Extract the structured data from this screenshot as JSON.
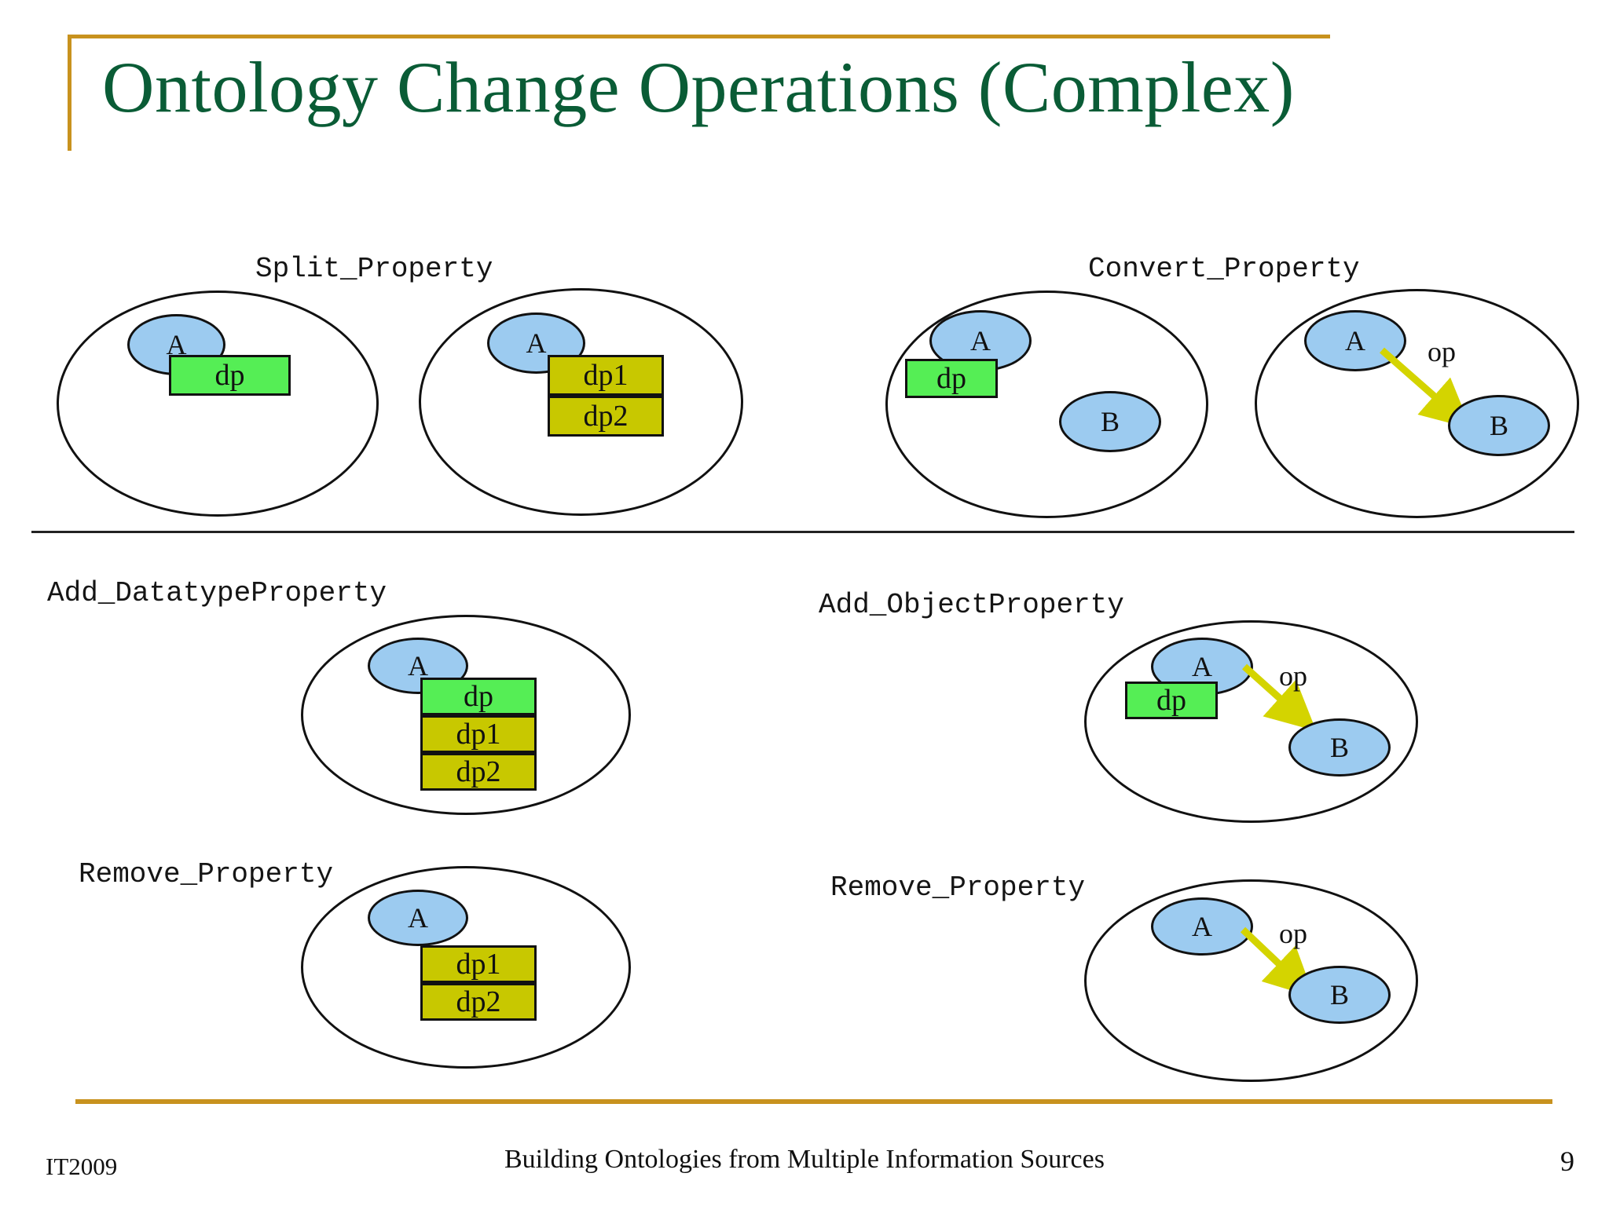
{
  "slide": {
    "title": "Ontology Change Operations (Complex)",
    "title_color": "#0a5c36",
    "accent_color": "#c8921e",
    "divider_color": "#222222"
  },
  "colors": {
    "node_fill": "#9ccbf0",
    "datatype_property_fill": "#55ee55",
    "split_property_fill": "#c8c800",
    "arrow_color": "#d4d400",
    "stroke": "#111111"
  },
  "panels": [
    {
      "id": "split-property",
      "label": "Split_Property",
      "before": {
        "nodes": [
          "A"
        ],
        "boxes": [
          {
            "text": "dp",
            "fill": "green"
          }
        ]
      },
      "after": {
        "nodes": [
          "A"
        ],
        "boxes": [
          {
            "text": "dp1",
            "fill": "olive"
          },
          {
            "text": "dp2",
            "fill": "olive"
          }
        ]
      }
    },
    {
      "id": "convert-property",
      "label": "Convert_Property",
      "before": {
        "nodes": [
          "A",
          "B"
        ],
        "boxes": [
          {
            "text": "dp",
            "fill": "green"
          }
        ],
        "edges": []
      },
      "after": {
        "nodes": [
          "A",
          "B"
        ],
        "boxes": [],
        "edges": [
          {
            "label": "op",
            "from": "A",
            "to": "B"
          }
        ]
      }
    },
    {
      "id": "add-datatypeproperty",
      "label": "Add_DatatypeProperty",
      "state": {
        "nodes": [
          "A"
        ],
        "boxes": [
          {
            "text": "dp",
            "fill": "green"
          },
          {
            "text": "dp1",
            "fill": "olive"
          },
          {
            "text": "dp2",
            "fill": "olive"
          }
        ]
      }
    },
    {
      "id": "add-objectproperty",
      "label": "Add_ObjectProperty",
      "state": {
        "nodes": [
          "A",
          "B"
        ],
        "boxes": [
          {
            "text": "dp",
            "fill": "green"
          }
        ],
        "edges": [
          {
            "label": "op",
            "from": "A",
            "to": "B"
          }
        ]
      }
    },
    {
      "id": "remove-property-datatype",
      "label": "Remove_Property",
      "state": {
        "nodes": [
          "A"
        ],
        "boxes": [
          {
            "text": "dp1",
            "fill": "olive"
          },
          {
            "text": "dp2",
            "fill": "olive"
          }
        ]
      }
    },
    {
      "id": "remove-property-object",
      "label": "Remove_Property",
      "state": {
        "nodes": [
          "A",
          "B"
        ],
        "boxes": [],
        "edges": [
          {
            "label": "op",
            "from": "A",
            "to": "B"
          }
        ]
      }
    }
  ],
  "footer": {
    "left": "IT2009",
    "center": "Building Ontologies from Multiple Information Sources",
    "page_number": "9"
  }
}
